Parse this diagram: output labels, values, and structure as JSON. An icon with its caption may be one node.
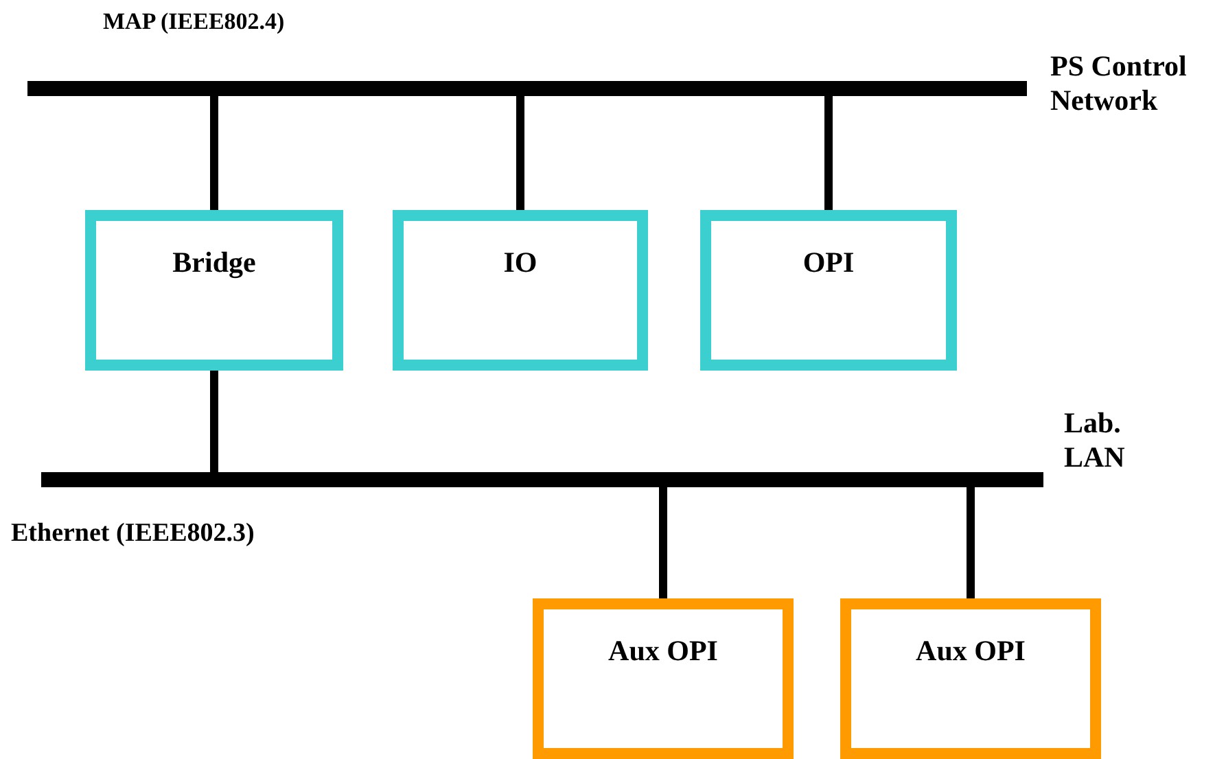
{
  "diagram": {
    "nodes": [
      {
        "text": [],
        "shape": "bar",
        "beside": [
          "MAP (IEEE802.4)",
          "PS Control Network"
        ]
      },
      {
        "text": [
          "Bridge"
        ]
      },
      {
        "text": [
          "IO"
        ]
      },
      {
        "text": [
          "OPI"
        ]
      },
      {
        "text": [],
        "shape": "bar",
        "beside": [
          "Lab. LAN",
          "Ethernet (IEEE802.3)"
        ]
      },
      {
        "text": [
          "Aux OPI"
        ]
      },
      {
        "text": [
          "Aux OPI"
        ]
      }
    ],
    "edges": [
      {
        "from": 0,
        "to": 1,
        "arrow": "none"
      },
      {
        "from": 0,
        "to": 2,
        "arrow": "none"
      },
      {
        "from": 0,
        "to": 3,
        "arrow": "none"
      },
      {
        "from": 1,
        "to": 4,
        "arrow": "none"
      },
      {
        "from": 4,
        "to": 5,
        "arrow": "none"
      },
      {
        "from": 4,
        "to": 6,
        "arrow": "none"
      }
    ]
  }
}
